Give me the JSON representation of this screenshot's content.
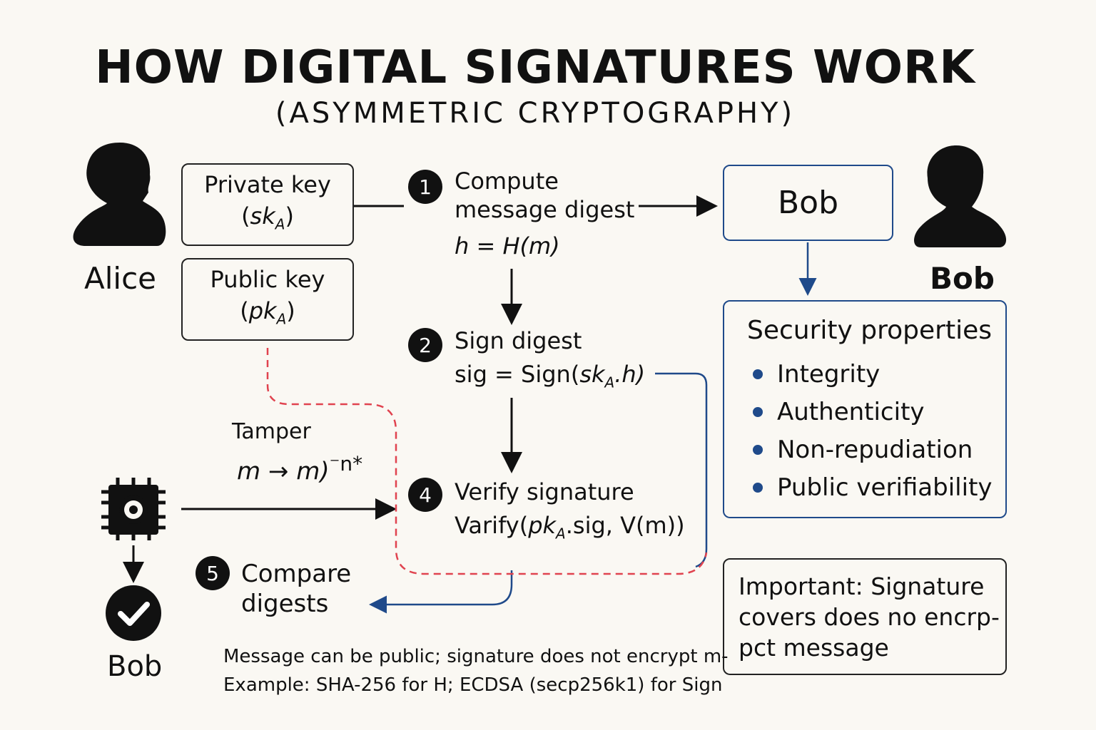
{
  "title": "HOW DIGITAL SIGNATURES WORK",
  "subtitle": "(ASYMMETRIC CRYPTOGRAPHY)",
  "alice": {
    "label": "Alice",
    "icon": "person-silhouette-icon"
  },
  "keys": {
    "private": {
      "label": "Private key",
      "symbol": "sk",
      "sub": "A"
    },
    "public": {
      "label": "Public key",
      "symbol": "pk",
      "sub": "A"
    }
  },
  "steps": [
    {
      "number": "1",
      "line1": "Compute",
      "line2": "message digest",
      "formula": "h = H(m)"
    },
    {
      "number": "2",
      "line1": "Sign digest",
      "formula_pre": "sig = Sign(",
      "formula_sym": "sk",
      "formula_sub": "A",
      "formula_post": ".h)"
    },
    {
      "number": "4",
      "line1": "Verify signature",
      "formula_pre": "Varify(",
      "formula_sym": "pk",
      "formula_sub": "A",
      "formula_post": ".sig, V(m))"
    },
    {
      "number": "5",
      "line1": "Compare",
      "line2": "digests"
    }
  ],
  "bob_box": {
    "label": "Bob"
  },
  "bob_right": {
    "label": "Bob",
    "icon": "person-silhouette-icon"
  },
  "bob_bottom": {
    "label": "Bob",
    "icon": "checkmark-circle-icon"
  },
  "tamper": {
    "label": "Tamper",
    "formula": "m → m)",
    "sup": "⁻n*",
    "icon": "chip-gear-icon"
  },
  "security": {
    "title": "Security properties",
    "items": [
      "Integrity",
      "Authenticity",
      "Non-repudiation",
      "Public verifiability"
    ]
  },
  "important": {
    "lines": [
      "Important: Signature",
      "covers does no encrp-",
      "pct message"
    ]
  },
  "footer": {
    "line1": "Message can be public; signature does not encrypt m-",
    "line2": "Example: SHA-256 for H; ECDSA (secp256k1) for Sign"
  },
  "colors": {
    "accent": "#1f4a8a",
    "tamper_path": "#e0434f",
    "ink": "#111111",
    "background": "#faf8f3"
  }
}
